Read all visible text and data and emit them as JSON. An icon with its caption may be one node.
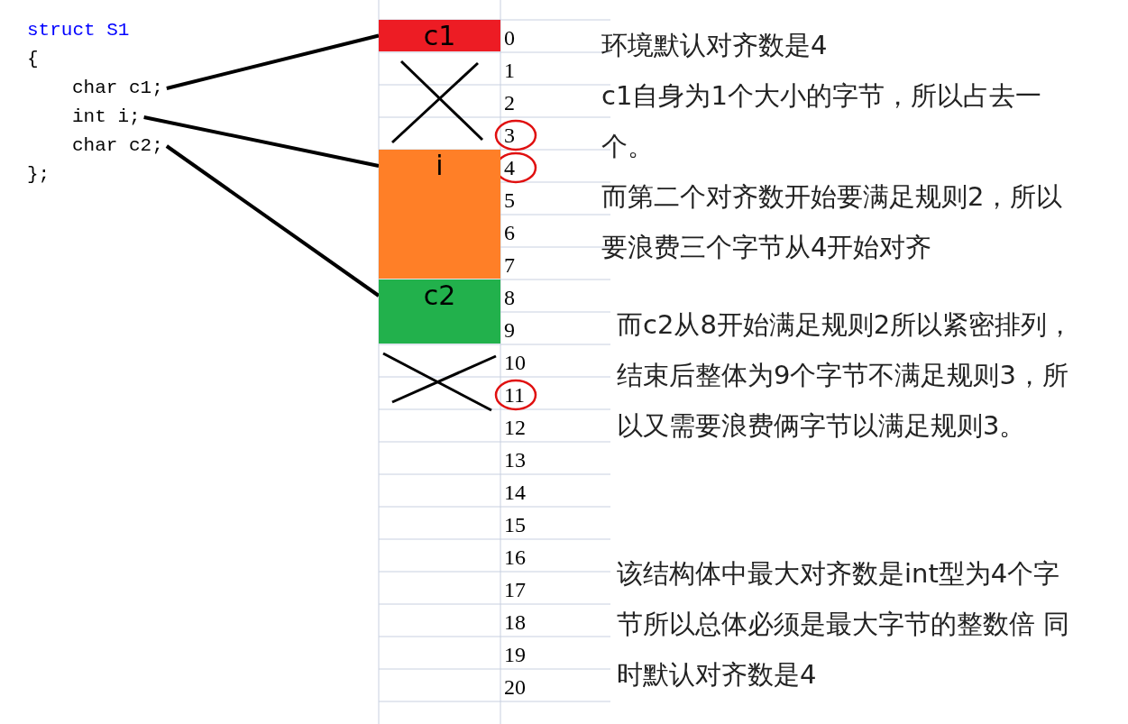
{
  "diagram": {
    "nodes": [
      {
        "text": [
          "char c1;"
        ]
      },
      {
        "text": [
          "int i;"
        ]
      },
      {
        "text": [
          "char c2;"
        ]
      },
      {
        "text": [
          "c1"
        ]
      },
      {
        "text": [
          "i"
        ]
      },
      {
        "text": [
          "c2"
        ]
      }
    ],
    "edges": [
      {
        "from": 0,
        "to": 3,
        "arrow": "none"
      },
      {
        "from": 1,
        "to": 4,
        "arrow": "none"
      },
      {
        "from": 2,
        "to": 5,
        "arrow": "none"
      }
    ],
    "labels": [
      "struct S1",
      "{",
      "};",
      "0",
      "1",
      "2",
      "3",
      "4",
      "5",
      "6",
      "7",
      "8",
      "9",
      "10",
      "11",
      "12",
      "13",
      "14",
      "15",
      "16",
      "17",
      "18",
      "19",
      "20",
      "环境默认对齐数是4",
      "c1自身为1个大小的字节，所以占去一个。",
      "而第二个对齐数开始要满足规则2，所以要浪费三个字节从4开始对齐",
      "而c2从8开始满足规则2所以紧密排列，结束后整体为9个字节不满足规则3，所以又需要浪费俩字节以满足规则3。",
      "该结构体中最大对齐数是int型为4个字节所以总体必须是最大字节的整数倍 同时默认对齐数是4"
    ]
  }
}
